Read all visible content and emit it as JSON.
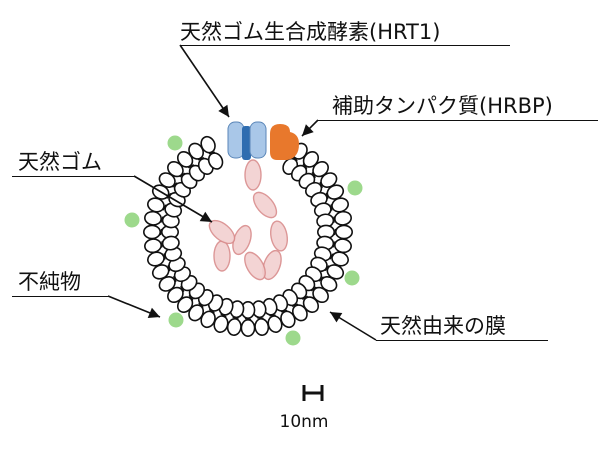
{
  "labels": {
    "enzyme": "天然ゴム生合成酵素(HRT1)",
    "helper_protein": "補助タンパク質(HRBP)",
    "rubber": "天然ゴム",
    "impurity": "不純物",
    "membrane": "天然由来の膜"
  },
  "scale_bar": {
    "label": "10nm"
  },
  "colors": {
    "enzyme_light": "#a9c7e8",
    "enzyme_dark": "#2f6db0",
    "helper_protein": "#e8782c",
    "rubber_fill": "#f2d0d0",
    "rubber_stroke": "#d98c8c",
    "impurity": "#9dd98c",
    "membrane_stroke": "#111111"
  }
}
